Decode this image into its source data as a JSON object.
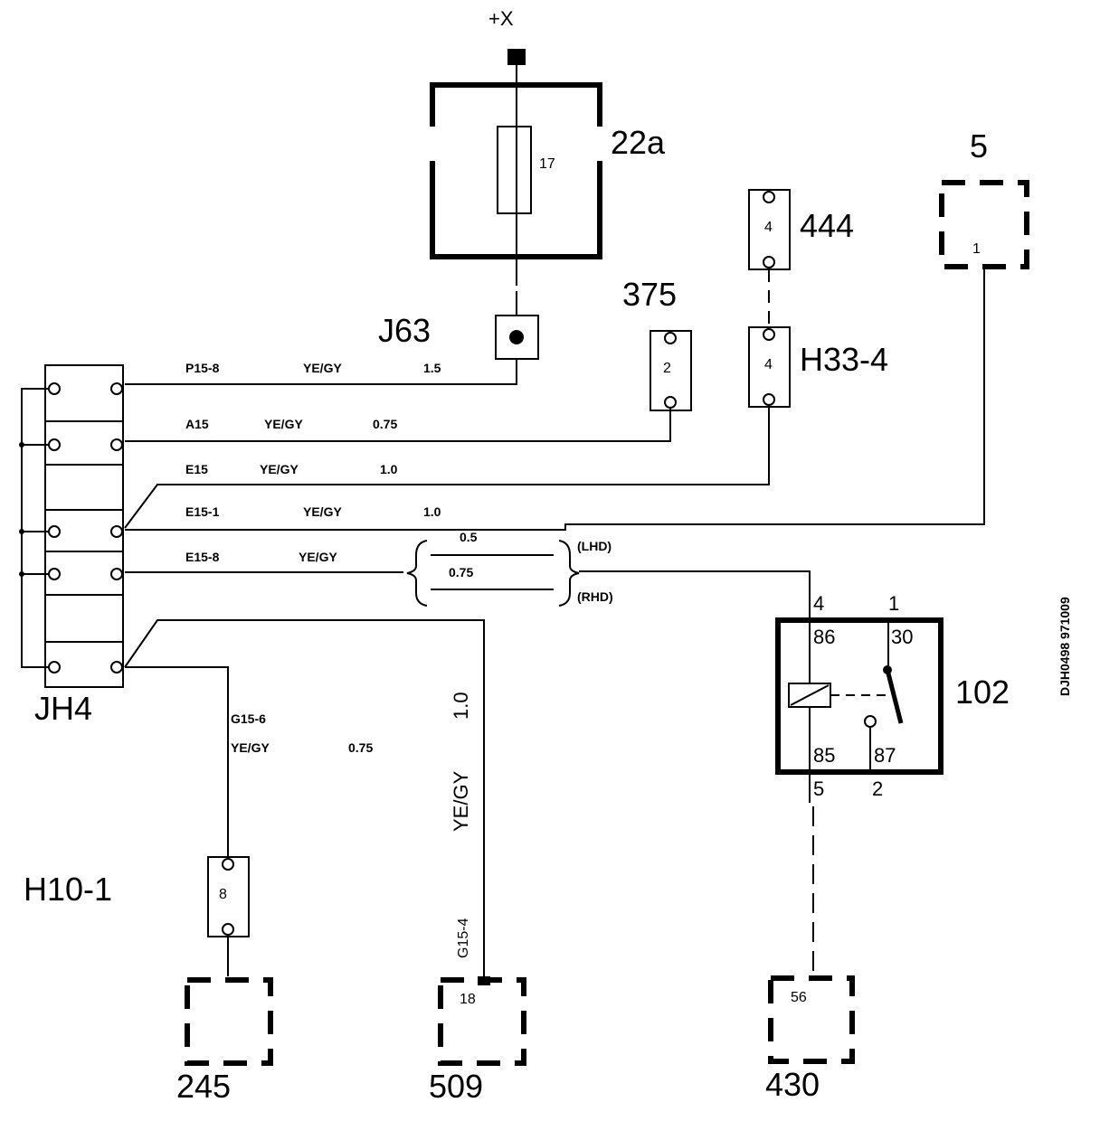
{
  "supply": {
    "label": "+X"
  },
  "fuse_box": {
    "id": "22a",
    "fuse": "17"
  },
  "splice": {
    "id": "J63"
  },
  "junction": {
    "id": "JH4"
  },
  "connectors": {
    "c375": {
      "id": "375",
      "pin": "2"
    },
    "c444": {
      "id": "444",
      "pin": "4"
    },
    "h33": {
      "id": "H33-4",
      "pin": "4"
    },
    "c5": {
      "id": "5",
      "pin": "1"
    },
    "h10": {
      "id": "H10-1",
      "pin": "8"
    }
  },
  "modules": {
    "m245": {
      "id": "245"
    },
    "m509": {
      "id": "509",
      "pin": "18"
    },
    "m430": {
      "id": "430",
      "pin": "56"
    }
  },
  "relay": {
    "id": "102",
    "pin_86": "86",
    "pin_85": "85",
    "pin_30": "30",
    "pin_87": "87",
    "ext_4": "4",
    "ext_5": "5",
    "ext_1": "1",
    "ext_2": "2"
  },
  "wires": {
    "w1": {
      "code": "P15-8",
      "color": "YE/GY",
      "size": "1.5"
    },
    "w2": {
      "code": "A15",
      "color": "YE/GY",
      "size": "0.75"
    },
    "w3": {
      "code": "E15",
      "color": "YE/GY",
      "size": "1.0"
    },
    "w4": {
      "code": "E15-1",
      "color": "YE/GY",
      "size": "1.0"
    },
    "w5": {
      "code": "E15-8",
      "color": "YE/GY",
      "size_lhd": "0.5",
      "size_rhd": "0.75",
      "lhd": "(LHD)",
      "rhd": "(RHD)"
    },
    "w6": {
      "code": "G15-6",
      "color": "YE/GY",
      "size": "0.75"
    },
    "w7": {
      "code": "G15-4",
      "color": "YE/GY",
      "size": "1.0"
    }
  },
  "drawing_ref": "DJH0498 971009"
}
